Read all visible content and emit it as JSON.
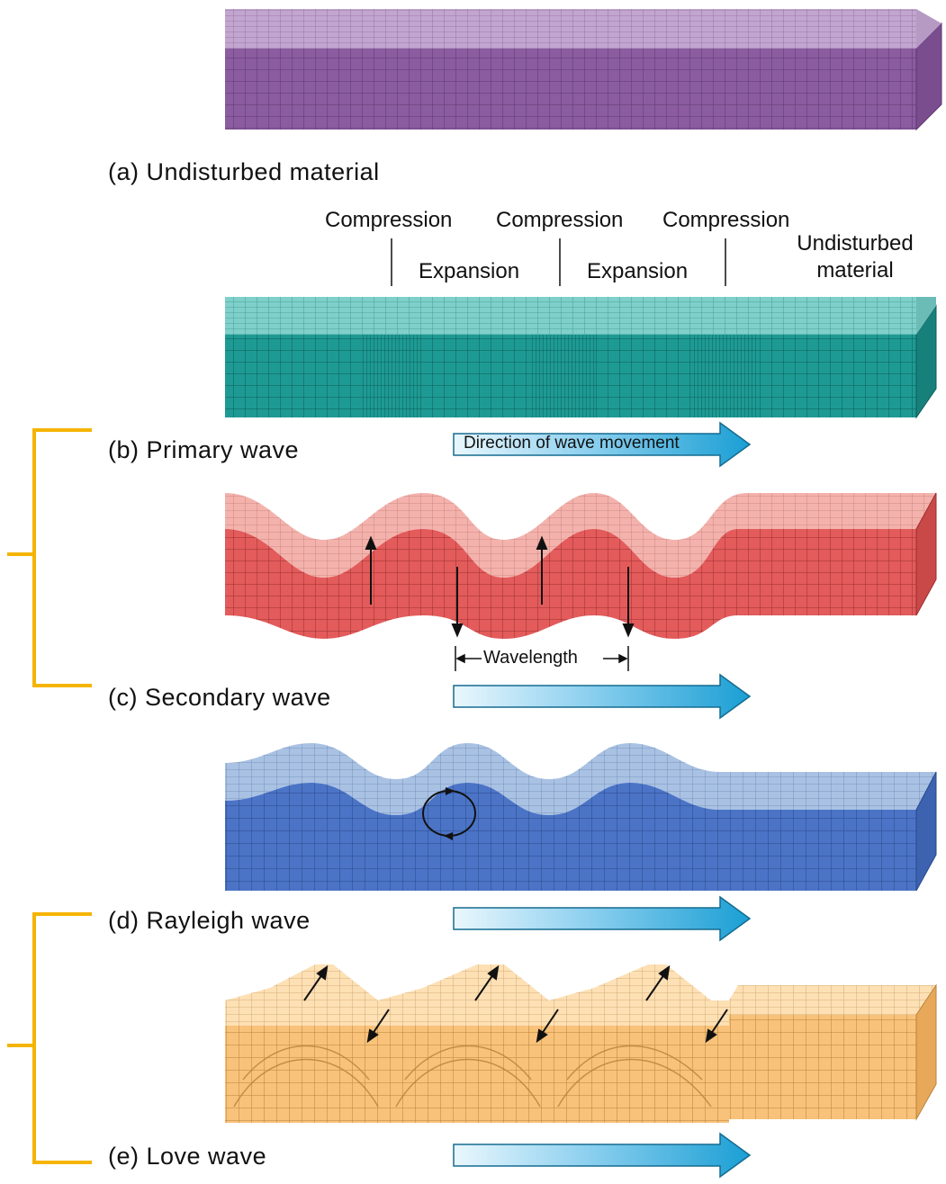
{
  "panels": {
    "a": {
      "label": "(a) Undisturbed material",
      "color": "#8a5aa0"
    },
    "b": {
      "label": "(b) Primary wave",
      "color": "#1f9a94"
    },
    "c": {
      "label": "(c) Secondary wave",
      "color": "#e25a5a"
    },
    "d": {
      "label": "(d) Rayleigh wave",
      "color": "#4a73c6"
    },
    "e": {
      "label": "(e) Love wave",
      "color": "#f7c27a"
    }
  },
  "primary_annotations": {
    "compression": "Compression",
    "expansion": "Expansion",
    "undisturbed": "Undisturbed material"
  },
  "direction_label": "Direction of wave movement",
  "wavelength_label": "Wavelength",
  "colors": {
    "bracket": "#f5b400",
    "arrow_dark": "#1a9fd4",
    "arrow_light": "#e8f6fc"
  }
}
